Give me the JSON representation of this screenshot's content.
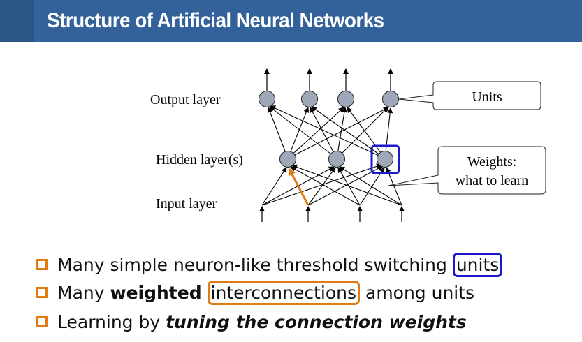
{
  "slide": {
    "title": "Structure of Artificial Neural Networks"
  },
  "diagram": {
    "layer_labels": {
      "output": "Output layer",
      "hidden": "Hidden layer(s)",
      "input": "Input layer"
    },
    "callouts": {
      "units": "Units",
      "weights_line1": "Weights:",
      "weights_line2": "what to learn"
    },
    "colors": {
      "node_fill": "#9ea8b8",
      "highlight_blue": "#1a1acc",
      "highlight_orange": "#e07b12"
    }
  },
  "bullets": [
    {
      "prefix": "Many simple neuron-like threshold switching ",
      "highlight": "units",
      "suffix": ""
    },
    {
      "prefix": "Many ",
      "bold": "weighted",
      "highlight": "interconnections",
      "suffix": " among units"
    },
    {
      "prefix": "Learning by ",
      "bold_italic": "tuning the connection weights"
    }
  ]
}
